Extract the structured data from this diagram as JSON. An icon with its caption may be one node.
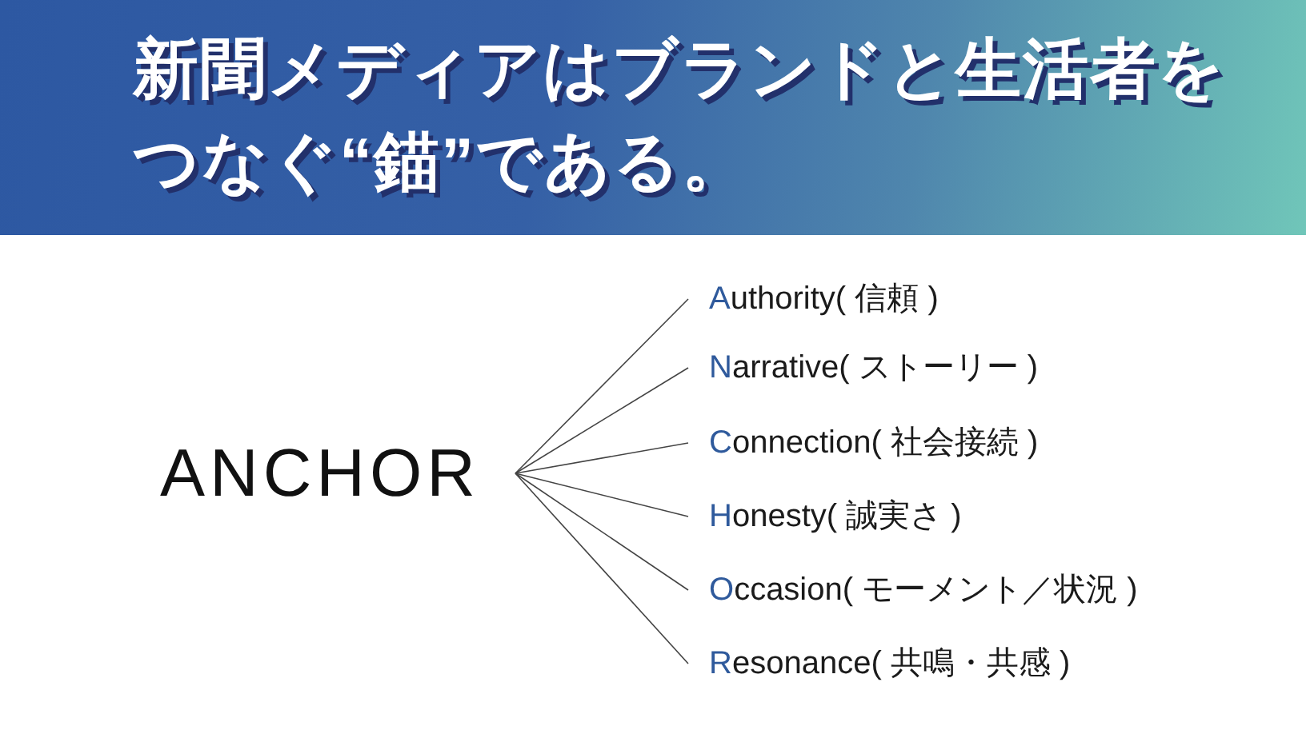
{
  "diagram": {
    "title": "新聞メディアはブランドと生活者をつなぐ“錨”である。",
    "nodes": [
      {
        "text": [
          "ANCHOR"
        ]
      },
      {
        "text": [
          "Authority( 信頼 )"
        ]
      },
      {
        "text": [
          "Narrative( ストーリー )"
        ]
      },
      {
        "text": [
          "Connection( 社会接続 )"
        ]
      },
      {
        "text": [
          "Honesty( 誠実さ )"
        ]
      },
      {
        "text": [
          "Occasion( モーメント／状況 )"
        ]
      },
      {
        "text": [
          "Resonance( 共鳴・共感 )"
        ]
      }
    ],
    "edges": [
      {
        "from": 0,
        "to": 1,
        "arrow": "none"
      },
      {
        "from": 0,
        "to": 2,
        "arrow": "none"
      },
      {
        "from": 0,
        "to": 3,
        "arrow": "none"
      },
      {
        "from": 0,
        "to": 4,
        "arrow": "none"
      },
      {
        "from": 0,
        "to": 5,
        "arrow": "none"
      },
      {
        "from": 0,
        "to": 6,
        "arrow": "none"
      }
    ]
  }
}
